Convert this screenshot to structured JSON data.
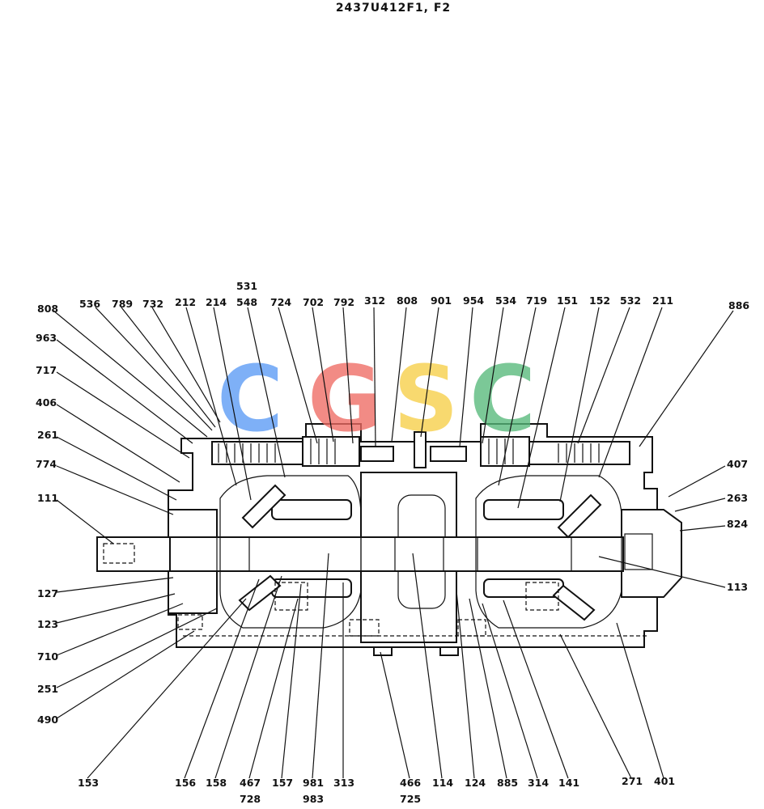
{
  "title": "2437U412F1, F2",
  "watermark": {
    "letters": [
      {
        "char": "C",
        "color": "#5b9bf6"
      },
      {
        "char": "G",
        "color": "#ef6b63"
      },
      {
        "char": "S",
        "color": "#f7cf47"
      },
      {
        "char": "C",
        "color": "#57b97a"
      }
    ]
  },
  "labels": {
    "top": [
      "808",
      "536",
      "789",
      "732",
      "212",
      "214",
      "531",
      "548",
      "724",
      "702",
      "792",
      "312",
      "808",
      "901",
      "954",
      "534",
      "719",
      "151",
      "152",
      "532",
      "211",
      "886"
    ],
    "left": [
      "963",
      "717",
      "406",
      "261",
      "774",
      "111",
      "127",
      "123",
      "710",
      "251",
      "490"
    ],
    "right": [
      "407",
      "263",
      "824",
      "113"
    ],
    "bottom": [
      "153",
      "156",
      "158",
      "467",
      "728",
      "157",
      "981",
      "983",
      "313",
      "466",
      "725",
      "114",
      "124",
      "885",
      "314",
      "141",
      "271",
      "401"
    ]
  }
}
